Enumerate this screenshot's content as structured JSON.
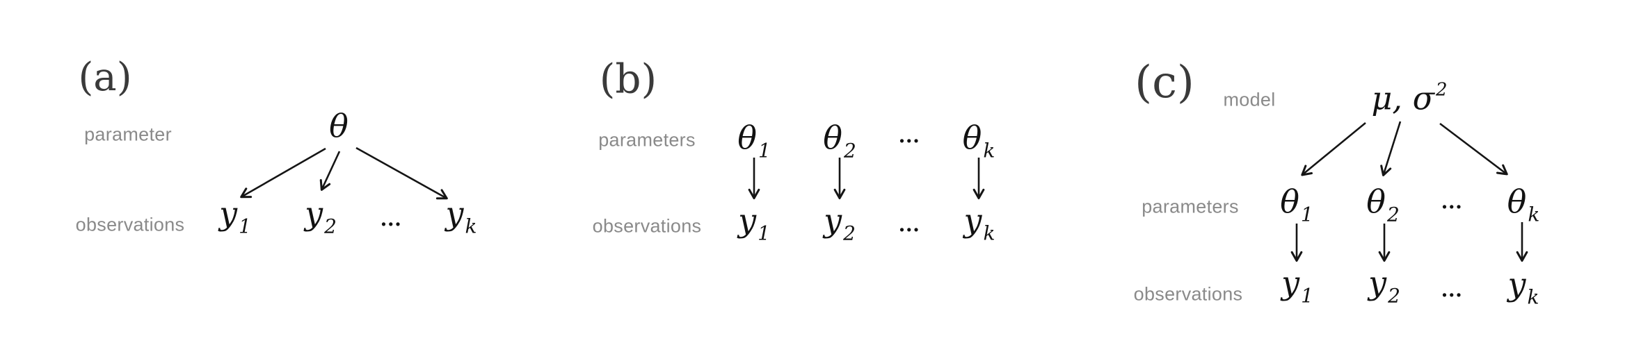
{
  "figure": {
    "colors": {
      "background": "#ffffff",
      "label_gray": "#8a8a8a",
      "panel_tag": "#3a3a3a",
      "ink": "#121212"
    },
    "panels": {
      "a": {
        "tag": "(a)",
        "labels": {
          "top": "parameter",
          "bottom": "observations"
        },
        "nodes": {
          "theta": {
            "base": "θ",
            "sub": ""
          },
          "y1": {
            "base": "y",
            "sub": "1"
          },
          "y2": {
            "base": "y",
            "sub": "2"
          },
          "dots": "...",
          "yk": {
            "base": "y",
            "sub": "k"
          }
        }
      },
      "b": {
        "tag": "(b)",
        "labels": {
          "top": "parameters",
          "bottom": "observations"
        },
        "nodes": {
          "theta1": {
            "base": "θ",
            "sub": "1"
          },
          "theta2": {
            "base": "θ",
            "sub": "2"
          },
          "dots_top": "...",
          "thetak": {
            "base": "θ",
            "sub": "k"
          },
          "y1": {
            "base": "y",
            "sub": "1"
          },
          "y2": {
            "base": "y",
            "sub": "2"
          },
          "dots_bottom": "...",
          "yk": {
            "base": "y",
            "sub": "k"
          }
        }
      },
      "c": {
        "tag": "(c)",
        "labels": {
          "model": "model",
          "middle": "parameters",
          "bottom": "observations"
        },
        "nodes": {
          "mu_sigma": {
            "base": "μ, σ",
            "sup": "2"
          },
          "theta1": {
            "base": "θ",
            "sub": "1"
          },
          "theta2": {
            "base": "θ",
            "sub": "2"
          },
          "dots_top": "...",
          "thetak": {
            "base": "θ",
            "sub": "k"
          },
          "y1": {
            "base": "y",
            "sub": "1"
          },
          "y2": {
            "base": "y",
            "sub": "2"
          },
          "dots_bottom": "...",
          "yk": {
            "base": "y",
            "sub": "k"
          }
        }
      }
    }
  }
}
